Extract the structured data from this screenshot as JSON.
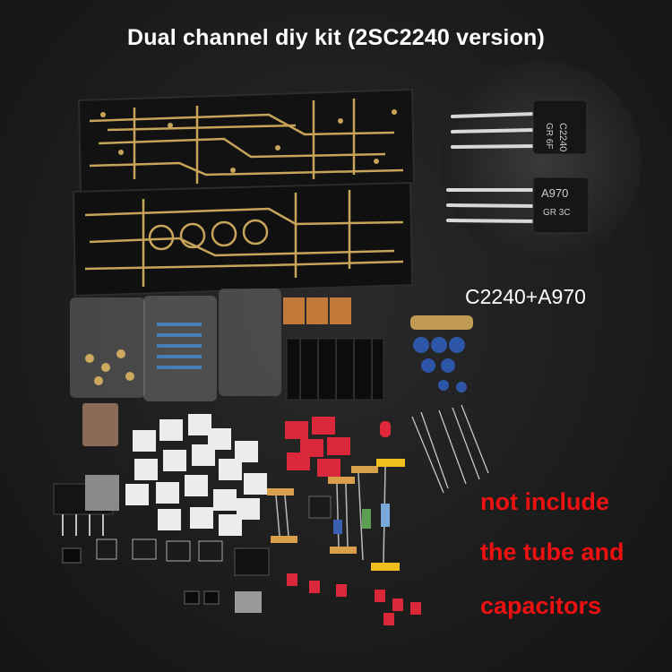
{
  "title": "Dual channel diy kit (2SC2240 version)",
  "inset": {
    "caption": "C2240+A970",
    "transistor_top_marking": [
      "C2240",
      "GR 6F"
    ],
    "transistor_bottom_marking": [
      "A970",
      "GR 3C"
    ]
  },
  "notice": {
    "line1": "not include",
    "line2": "the tube and",
    "line3": "capacitors"
  },
  "colors": {
    "background": "#1c1c1c",
    "title": "#ffffff",
    "notice": "#ee1111",
    "pcb": "#111111",
    "trace": "#c8a45a"
  }
}
